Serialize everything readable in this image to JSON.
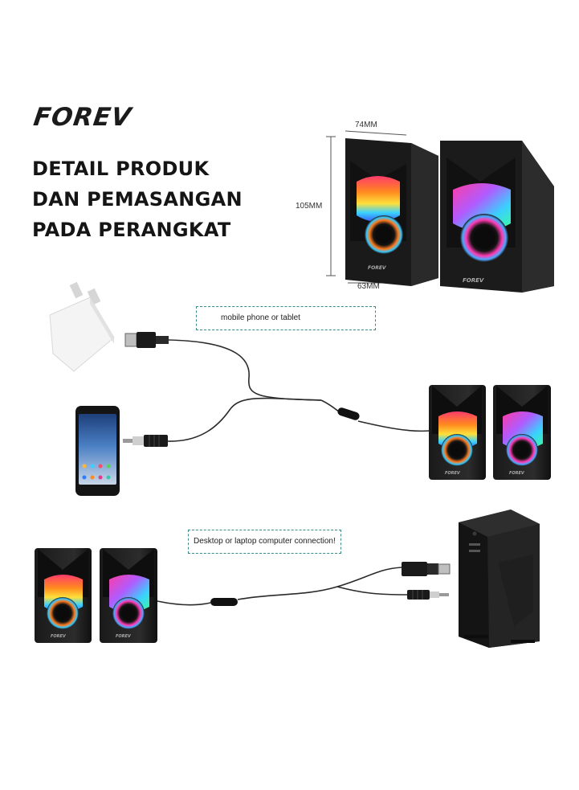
{
  "brand": {
    "logo_text": "FOREV"
  },
  "headline": {
    "line1": "DETAIL PRODUK",
    "line2": "DAN PEMASANGAN",
    "line3": "PADA PERANGKAT"
  },
  "dimensions": {
    "width": "74MM",
    "height": "105MM",
    "depth": "63MM"
  },
  "captions": {
    "mobile": "mobile phone or tablet",
    "desktop": "Desktop or laptop computer connection!"
  },
  "speaker_label": "FOREV",
  "colors": {
    "speaker_body": "#1c1c1e",
    "cable": "#2a2a2a",
    "caption_border": "#3b8a8a"
  }
}
